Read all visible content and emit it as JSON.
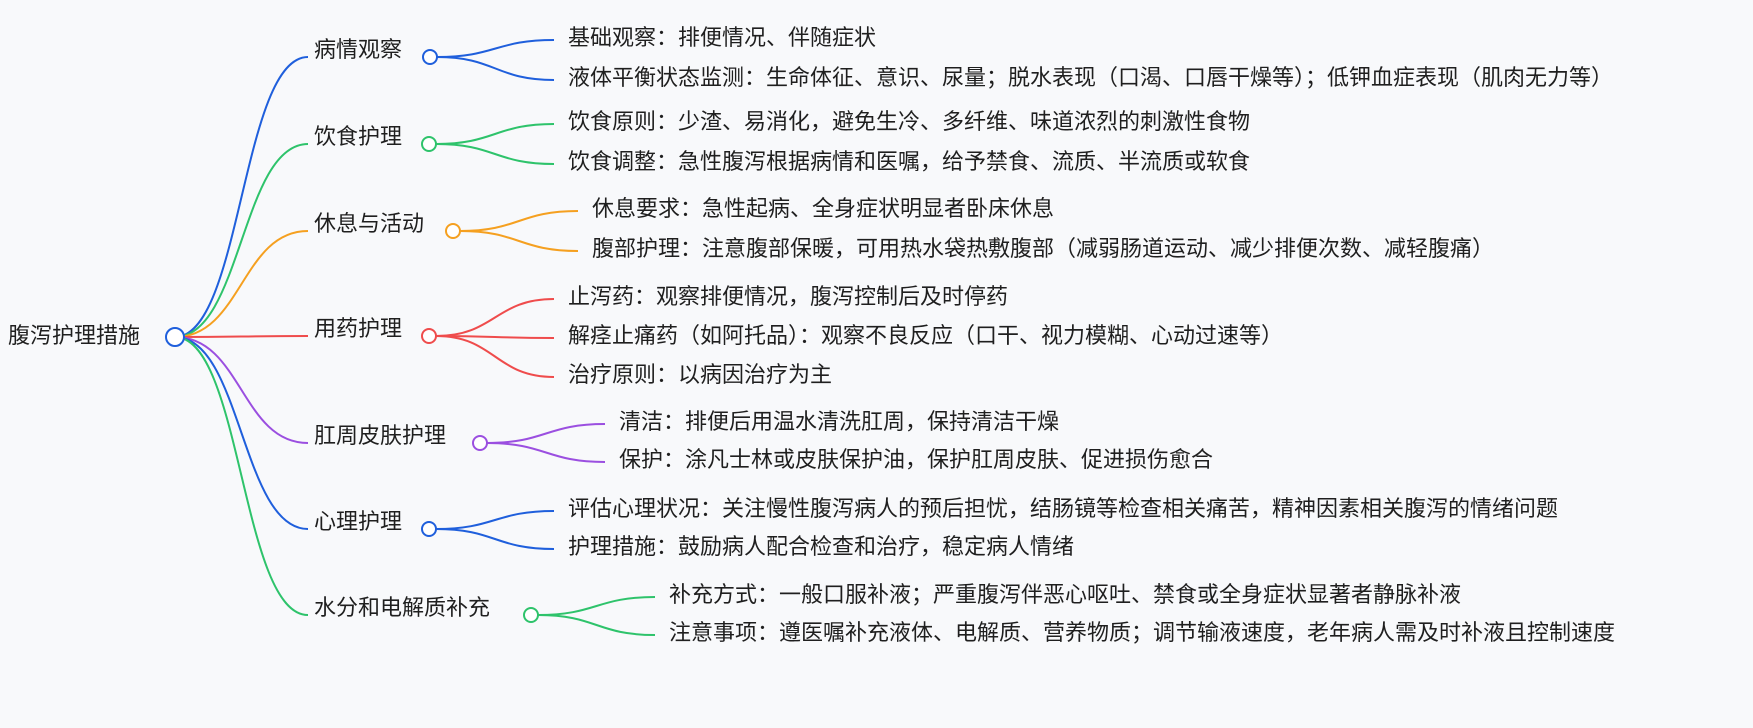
{
  "root": {
    "label": "腹泻护理措施",
    "color": "#1f5fdc"
  },
  "branches": [
    {
      "label": "病情观察",
      "color": "#1f5fdc",
      "leaves": [
        "基础观察：排便情况、伴随症状",
        "液体平衡状态监测：生命体征、意识、尿量；脱水表现（口渴、口唇干燥等）；低钾血症表现（肌肉无力等）"
      ]
    },
    {
      "label": "饮食护理",
      "color": "#2ec36b",
      "leaves": [
        "饮食原则：少渣、易消化，避免生冷、多纤维、味道浓烈的刺激性食物",
        "饮食调整：急性腹泻根据病情和医嘱，给予禁食、流质、半流质或软食"
      ]
    },
    {
      "label": "休息与活动",
      "color": "#f5a020",
      "leaves": [
        "休息要求：急性起病、全身症状明显者卧床休息",
        "腹部护理：注意腹部保暖，可用热水袋热敷腹部（减弱肠道运动、减少排便次数、减轻腹痛）"
      ]
    },
    {
      "label": "用药护理",
      "color": "#ef4c4c",
      "leaves": [
        "止泻药：观察排便情况，腹泻控制后及时停药",
        "解痉止痛药（如阿托品）：观察不良反应（口干、视力模糊、心动过速等）",
        "治疗原则：以病因治疗为主"
      ]
    },
    {
      "label": "肛周皮肤护理",
      "color": "#9b4fe0",
      "leaves": [
        "清洁：排便后用温水清洗肛周，保持清洁干燥",
        "保护：涂凡士林或皮肤保护油，保护肛周皮肤、促进损伤愈合"
      ]
    },
    {
      "label": "心理护理",
      "color": "#1f5fdc",
      "leaves": [
        "评估心理状况：关注慢性腹泻病人的预后担忧，结肠镜等检查相关痛苦，精神因素相关腹泻的情绪问题",
        "护理措施：鼓励病人配合检查和治疗，稳定病人情绪"
      ]
    },
    {
      "label": "水分和电解质补充",
      "color": "#2ec36b",
      "leaves": [
        "补充方式：一般口服补液；严重腹泻伴恶心呕吐、禁食或全身症状显著者静脉补液",
        "注意事项：遵医嘱补充液体、电解质、营养物质；调节输液速度，老年病人需及时补液且控制速度"
      ]
    }
  ]
}
